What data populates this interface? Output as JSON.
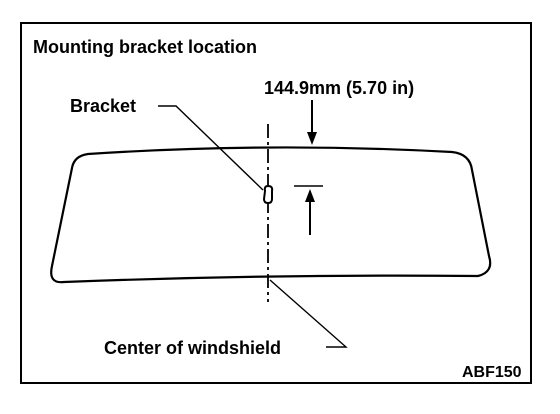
{
  "figure": {
    "title": "Mounting bracket location",
    "dimension_label": "144.9mm (5.70 in)",
    "bracket_label": "Bracket",
    "center_label": "Center of windshield",
    "figure_code": "ABF150"
  },
  "colors": {
    "ink": "#000000",
    "paper": "#ffffff"
  }
}
